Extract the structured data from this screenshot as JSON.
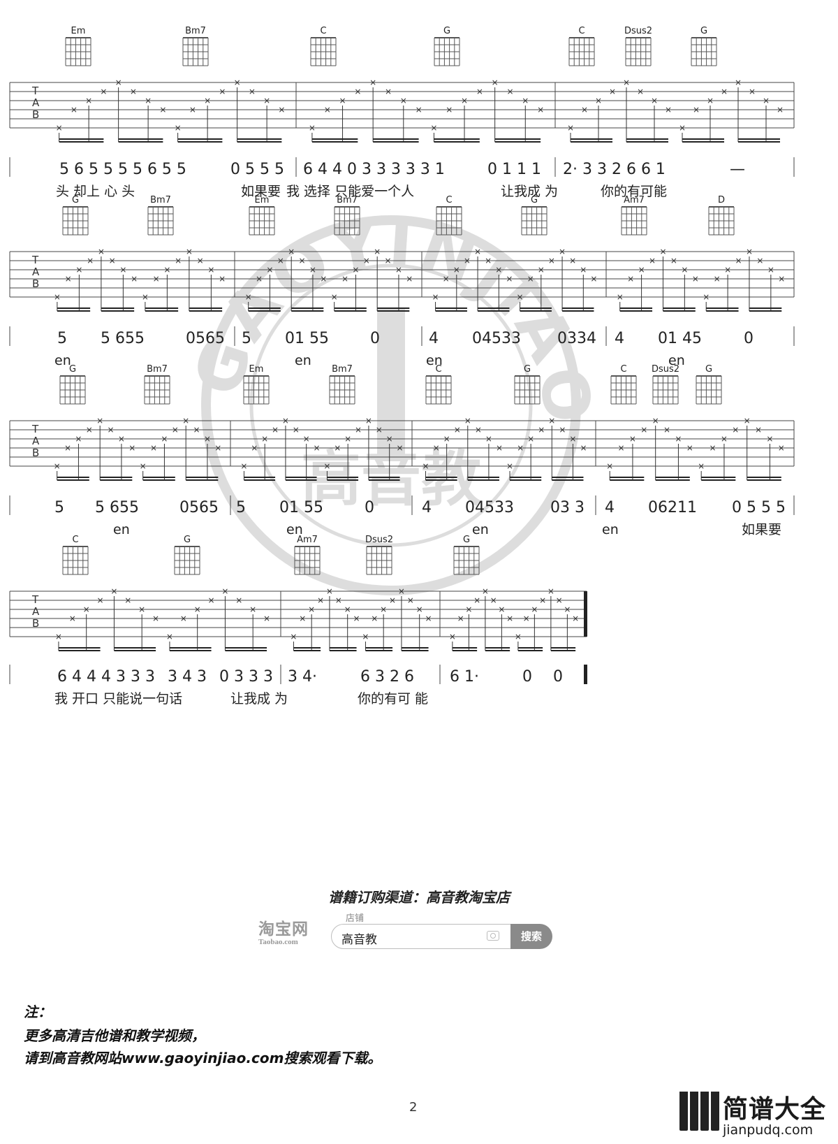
{
  "score": {
    "systems": [
      {
        "chords": [
          "Em",
          "Bm7",
          "C",
          "G",
          "C",
          "Dsus2",
          "G"
        ],
        "numbers": [
          "5 6 5 5  5 5 6 5 5",
          "0 5 5 5",
          "6  4 4 0 3 3 3  3 3 1",
          "0 1 1 1",
          "2·  3  3 2 6 6 1",
          "—"
        ],
        "lyrics": [
          "头 却上 心 头",
          "如果要",
          "我 选择 只能爱一个人",
          "让我成 为",
          "你的有可能"
        ]
      },
      {
        "chords": [
          "G",
          "Bm7",
          "Em",
          "Bm7",
          "C",
          "G",
          "Am7",
          "D"
        ],
        "numbers": [
          "5",
          "5 655",
          "0565",
          "5",
          "01 55",
          "0",
          "4",
          "04533",
          "0334",
          "4",
          "01 45",
          "0"
        ],
        "lyrics": [
          "en",
          "en",
          "en",
          "en"
        ]
      },
      {
        "chords": [
          "G",
          "Bm7",
          "Em",
          "Bm7",
          "C",
          "G",
          "C",
          "Dsus2",
          "G"
        ],
        "numbers": [
          "5",
          "5 655",
          "0565",
          "5",
          "01 55",
          "0",
          "4",
          "04533",
          "03 3",
          "4",
          "06211",
          "0 5 5 5"
        ],
        "lyrics": [
          "en",
          "en",
          "en",
          "en",
          "如果要"
        ]
      },
      {
        "chords": [
          "C",
          "G",
          "Am7",
          "Dsus2",
          "G"
        ],
        "numbers": [
          "6 4 4 4 3 3 3",
          "3 4 3",
          "0 3 3 3",
          "3  4·",
          "6 3 2 6",
          "6  1·",
          "0",
          "0"
        ],
        "lyrics": [
          "我 开口 只能说一句话",
          "让我成 为",
          "你的有可 能"
        ]
      }
    ]
  },
  "footer": {
    "order_channel": "谱籍订购渠道：高音教淘宝店",
    "taobao_logo": "淘宝网",
    "taobao_domain": "Taobao.com",
    "shop_tab": "店铺",
    "search_value": "高音教",
    "search_button": "搜索",
    "camera_icon": "camera-icon"
  },
  "notes": {
    "label": "注：",
    "line1": "更多高清吉他谱和教学视频，",
    "line2": "请到高音教网站www.gaoyinjiao.com搜索观看下载。"
  },
  "page_number": "2",
  "watermark": {
    "text": "高音教",
    "arc": "GAOYINJIAO"
  },
  "brand": {
    "title": "简谱大全",
    "url": "jianpudq.com"
  }
}
